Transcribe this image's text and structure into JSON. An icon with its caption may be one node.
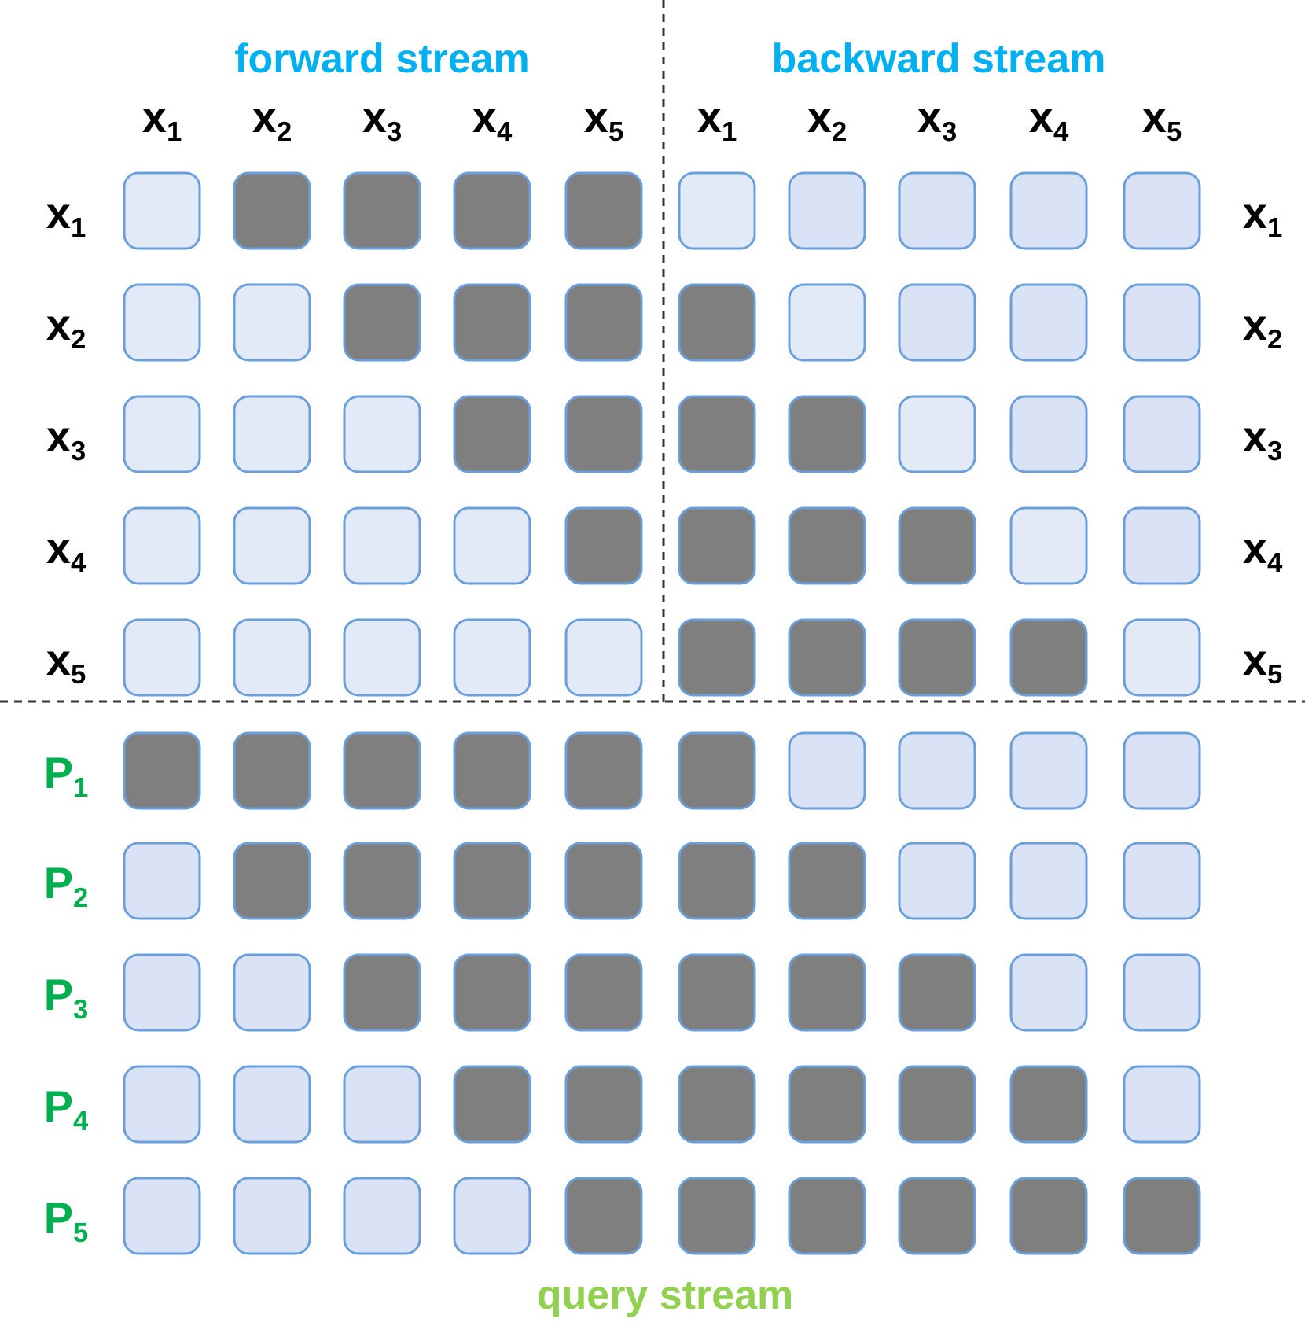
{
  "diagram": {
    "labels": [
      "forward stream",
      "backward stream",
      "x$_{1}$",
      "x$_{2}$",
      "x$_{3}$",
      "x$_{4}$",
      "x$_{5}$",
      "x$_{1}$",
      "x$_{2}$",
      "x$_{3}$",
      "x$_{4}$",
      "x$_{5}$",
      "x$_{1}$",
      "x$_{1}$",
      "x$_{2}$",
      "x$_{2}$",
      "x$_{3}$",
      "x$_{3}$",
      "x$_{4}$",
      "x$_{4}$",
      "x$_{5}$",
      "x$_{5}$",
      "P$_{1}$",
      "P$_{2}$",
      "P$_{3}$",
      "P$_{4}$",
      "P$_{5}$",
      "query stream"
    ]
  }
}
